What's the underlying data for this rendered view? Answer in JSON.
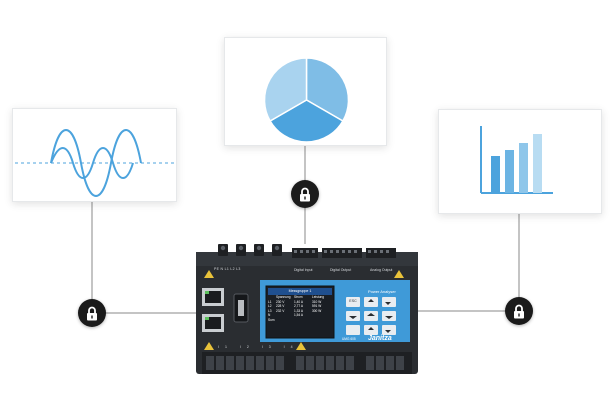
{
  "colors": {
    "accent": "#4ca3dd",
    "accent_light": "#a9d3ef",
    "accent_mid": "#7fbde6",
    "lock_bg": "#1b1b1b",
    "device_body": "#2a2d31",
    "device_panel": "#3f9ad8",
    "lcd": "#1a1e24"
  },
  "icons": {
    "lock_left": "lock-icon",
    "lock_center": "lock-icon",
    "lock_right": "lock-icon"
  },
  "device": {
    "panel_title": "Power Analyser",
    "model": "UMG 605",
    "brand": "Janitza",
    "esc_label": "ESC",
    "lcd": {
      "title": "Messgruppe 1",
      "headers": [
        "Spannung",
        "Strom",
        "Leistung"
      ],
      "rows": [
        {
          "phase": "L1",
          "v": "230 V",
          "a": "1,40 A",
          "p": "310 W"
        },
        {
          "phase": "L2",
          "v": "228 V",
          "a": "2,77 A",
          "p": "591 W"
        },
        {
          "phase": "L3",
          "v": "232 V",
          "a": "1,33 A",
          "p": "300 W"
        },
        {
          "phase": "N",
          "v": "",
          "a": "1,54 A",
          "p": ""
        }
      ],
      "footer": "Sum"
    },
    "top_labels": {
      "left": "PE  N  L1  L2  L3",
      "digital_input": "Digital Input",
      "digital_output": "Digital Output",
      "analog_output": "Analog Output"
    },
    "bottom_labels": "I1  I2  I3  I4"
  }
}
